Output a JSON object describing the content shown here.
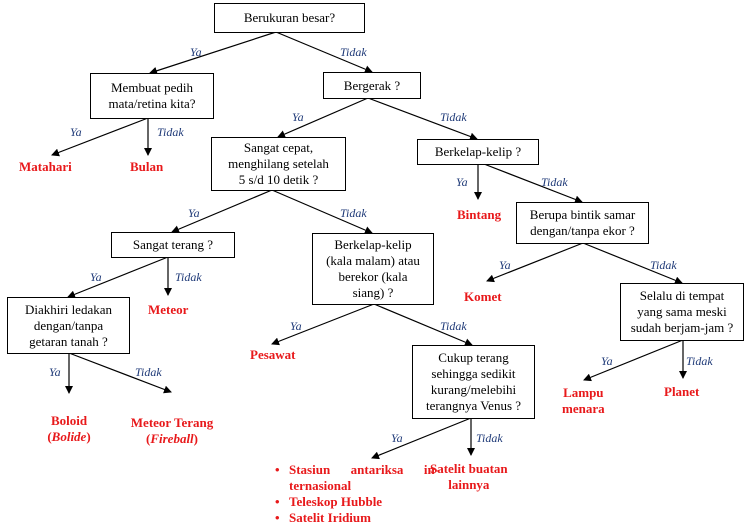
{
  "diagram": {
    "title": "Pohon keputusan identifikasi benda langit",
    "colors": {
      "question_border": "#000000",
      "leaf_text": "#e8191b",
      "branch_label": "#1f3a78",
      "line": "#000000"
    },
    "labels": {
      "yes": "Ya",
      "no": "Tidak"
    },
    "questions": {
      "q1": "Berukuran besar?",
      "q2": "Membuat pedih\nmata/retina kita?",
      "q3": "Bergerak ?",
      "q4": "Sangat cepat,\nmenghilang setelah\n5 s/d 10 detik ?",
      "q5": "Berkelap-kelip ?",
      "q6": "Sangat terang ?",
      "q7": "Berkelap-kelip\n(kala malam) atau\nberekor (kala\nsiang) ?",
      "q8": "Berupa bintik samar\ndengan/tanpa ekor ?",
      "q9": "Diakhiri ledakan\ndengan/tanpa\ngetaran tanah ?",
      "q10": "Cukup terang\nsehingga sedikit\nkurang/melebihi\nterangnya Venus ?",
      "q11": "Selalu di tempat\nyang sama meski\nsudah berjam-jam ?"
    },
    "leaves": {
      "matahari": "Matahari",
      "bulan": "Bulan",
      "bintang": "Bintang",
      "meteor": "Meteor",
      "komet": "Komet",
      "pesawat": "Pesawat",
      "boloid": "Boloid",
      "boloid_alt": "Bolide",
      "meteor_terang": "Meteor Terang",
      "meteor_terang_alt": "Fireball",
      "lampu_menara": "Lampu\nmenara",
      "planet": "Planet",
      "satelit_lain": "Satelit buatan\nlainnya",
      "satelit_list": [
        "Stasiun antariksa in-ternasional",
        "Teleskop Hubble",
        "Satelit Iridium"
      ]
    }
  }
}
